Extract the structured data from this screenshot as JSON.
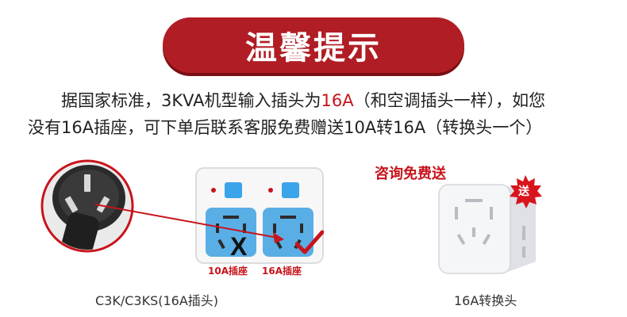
{
  "banner": {
    "title": "温馨提示"
  },
  "notice": {
    "line1_a": "据国家标准，3KVA机型输入插头为",
    "line1_red": "16A",
    "line1_b": "（和空调插头一样），如您",
    "line2": "没有16A插座，可下单后联系客服免费赠送10A转16A（转换头一个）"
  },
  "promo": {
    "label": "咨询免费送",
    "badge": "送"
  },
  "sockets": {
    "left_label": "10A插座",
    "right_label": "16A插座",
    "cross_mark": "X"
  },
  "captions": {
    "plug": "C3K/C3KS(16A插头)",
    "adapter": "16A转换头"
  },
  "colors": {
    "banner": "#b01d24",
    "accent_red": "#c8141c",
    "socket_blue": "#5aaee6",
    "button_blue": "#3ba4ea"
  }
}
